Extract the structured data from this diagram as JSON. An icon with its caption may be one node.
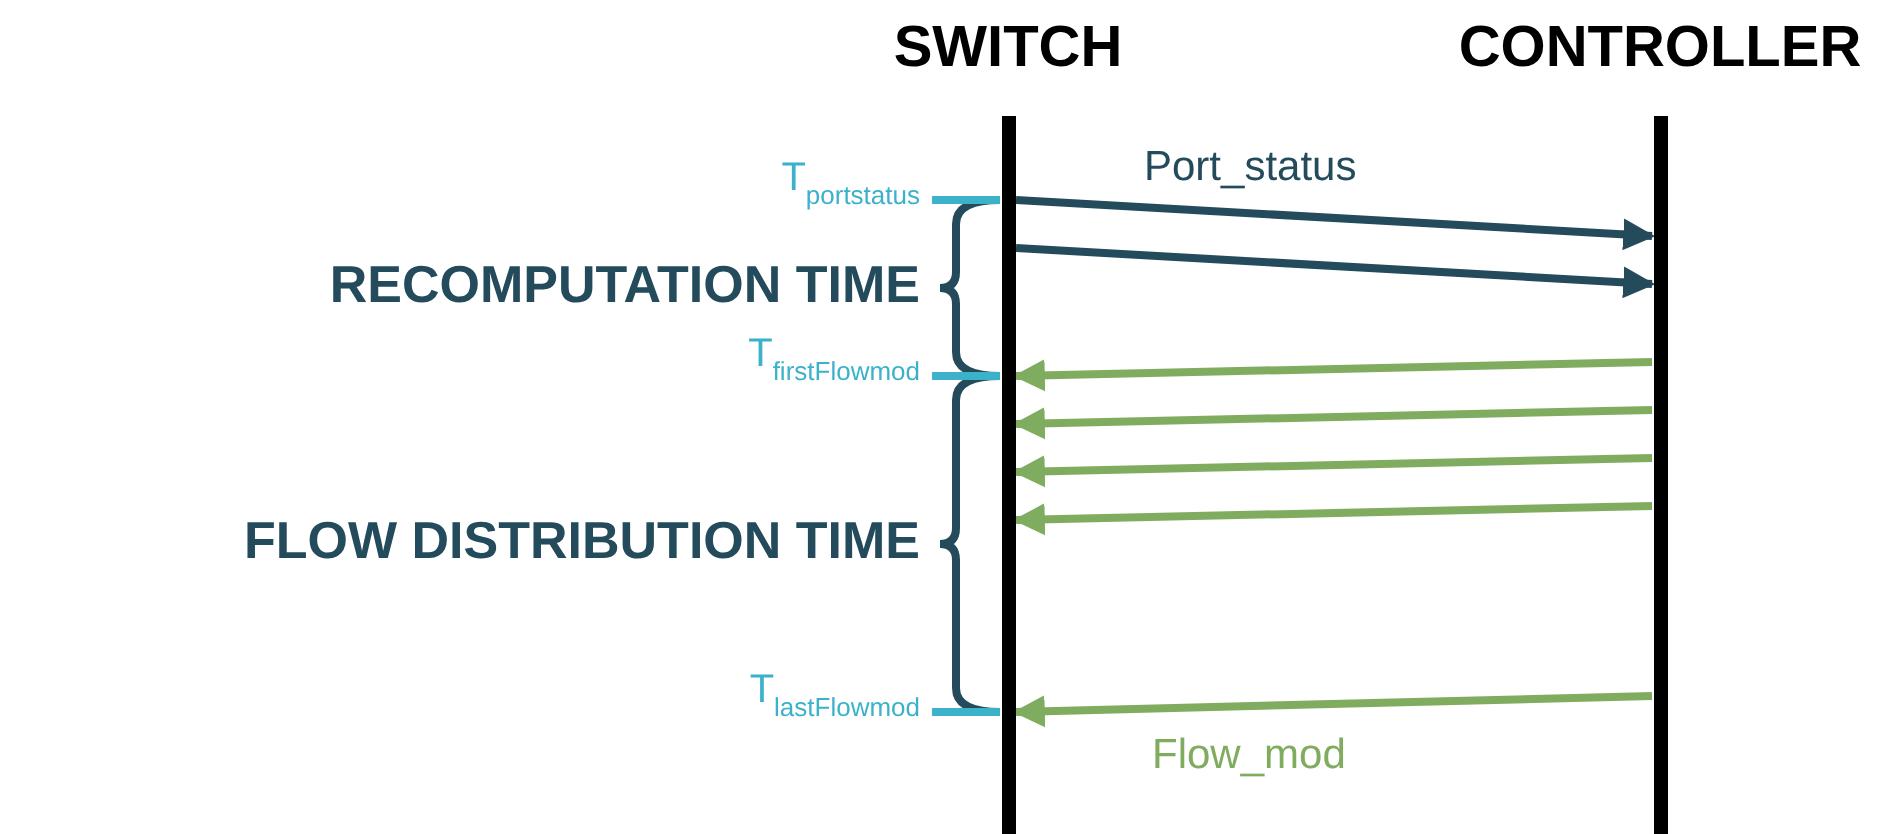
{
  "diagram": {
    "nodes": [
      {
        "text": [
          "SWITCH"
        ]
      },
      {
        "text": [
          "CONTROLLER"
        ]
      }
    ],
    "edges": [
      {
        "from": 0,
        "to": 1,
        "arrow": "to",
        "label": "Port_status",
        "color": "#244b5c"
      },
      {
        "from": 0,
        "to": 1,
        "arrow": "to",
        "color": "#244b5c"
      },
      {
        "from": 1,
        "to": 0,
        "arrow": "to"
      },
      {
        "from": 1,
        "to": 0,
        "arrow": "to"
      },
      {
        "from": 1,
        "to": 0,
        "arrow": "to"
      },
      {
        "from": 1,
        "to": 0,
        "arrow": "to"
      },
      {
        "from": 1,
        "to": 0,
        "arrow": "to",
        "label": "Flow_mod"
      }
    ],
    "labels": [
      "T$_{portstatus}$",
      "RECOMPUTATION TIME",
      "T$_{firstFlowmod}$",
      "FLOW DISTRIBUTION TIME",
      "T$_{lastFlowmod}$"
    ]
  }
}
